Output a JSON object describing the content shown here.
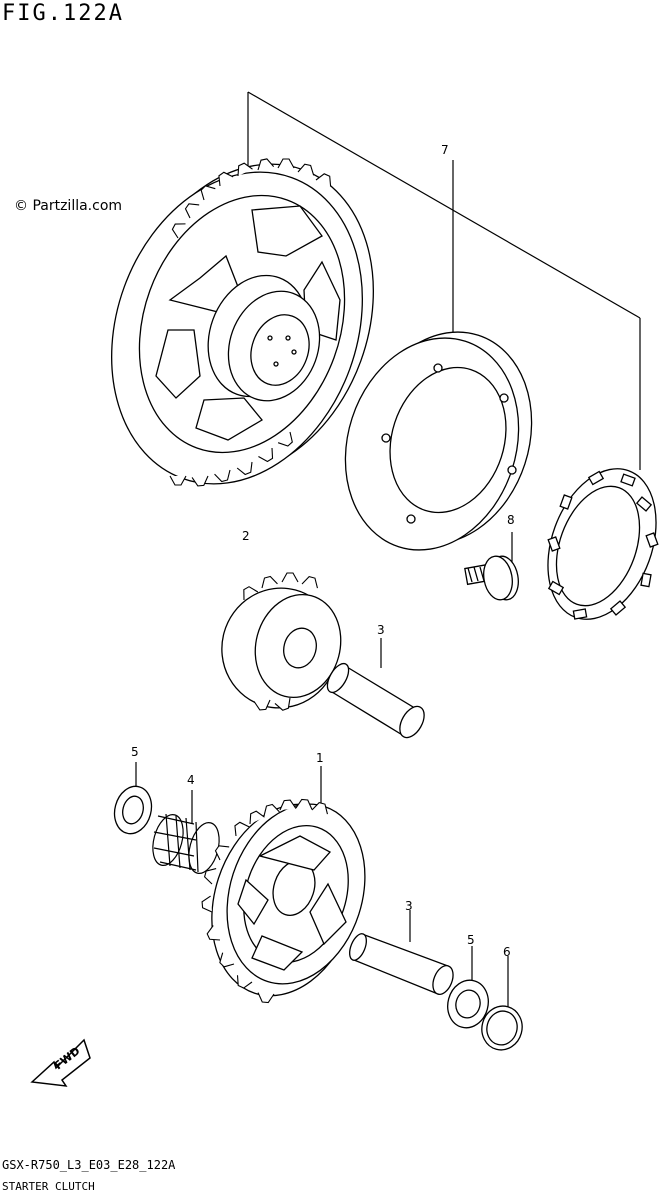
{
  "figure": {
    "title": "FIG.122A",
    "watermark": "© Partzilla.com",
    "model_code": "GSX-R750_L3_E03_E28_122A",
    "caption": "STARTER CLUTCH"
  },
  "callouts": [
    {
      "id": "callout-7",
      "label": "7"
    },
    {
      "id": "callout-8",
      "label": "8"
    },
    {
      "id": "callout-2",
      "label": "2"
    },
    {
      "id": "callout-3-upper",
      "label": "3"
    },
    {
      "id": "callout-5-left",
      "label": "5"
    },
    {
      "id": "callout-4",
      "label": "4"
    },
    {
      "id": "callout-1",
      "label": "1"
    },
    {
      "id": "callout-3-lower",
      "label": "3"
    },
    {
      "id": "callout-5-right",
      "label": "5"
    },
    {
      "id": "callout-6",
      "label": "6"
    }
  ],
  "fwd_arrow": {
    "label": "FWD"
  }
}
